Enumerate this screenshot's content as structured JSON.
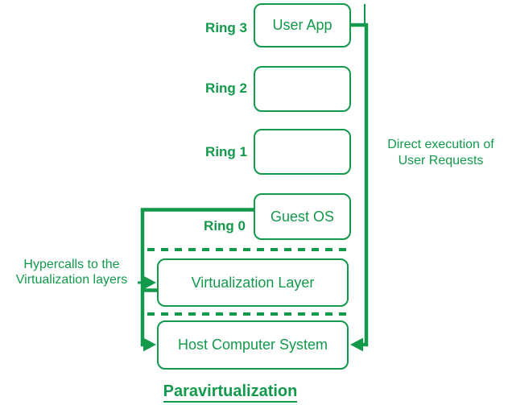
{
  "diagram_title": "Paravirtualization",
  "colors": {
    "green": "#13994c",
    "background": "#ffffff"
  },
  "rings": [
    {
      "label": "Ring 3",
      "box": "User App"
    },
    {
      "label": "Ring 2",
      "box": ""
    },
    {
      "label": "Ring 1",
      "box": ""
    },
    {
      "label": "Ring 0",
      "box": "Guest OS"
    }
  ],
  "layers": {
    "virtualization": "Virtualization Layer",
    "host": "Host Computer System"
  },
  "annotations": {
    "direct_execution": "Direct execution of\nUser Requests",
    "hypercalls": "Hypercalls to the\nVirtualization layers"
  }
}
